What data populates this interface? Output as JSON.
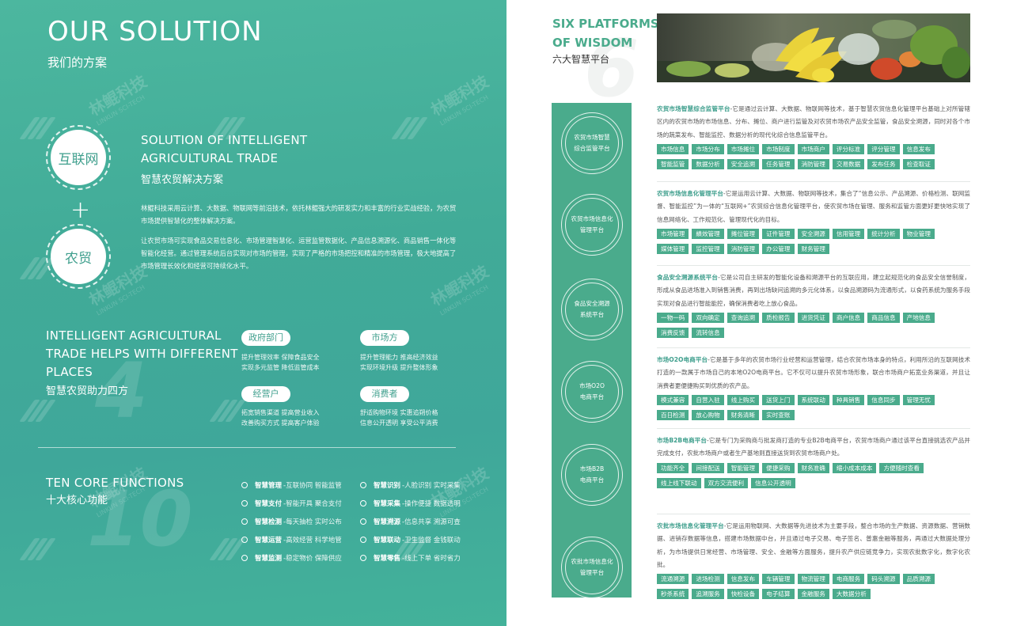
{
  "left": {
    "title": "OUR SOLUTION",
    "subtitle": "我们的方案",
    "watermark": "林鲲科技",
    "watermark_sub": "LINKUN SCI-TECH",
    "circle1": "互联网",
    "circle2": "农贸",
    "plus": "+",
    "sol_title_l1": "SOLUTION OF INTELLIGENT",
    "sol_title_l2": "AGRICULTURAL TRADE",
    "sol_sub": "智慧农贸解决方案",
    "para1": "林鲲科技采用云计算、大数据、物联网等前沿技术，依托林鲲强大的研发实力和丰富的行业实战经验，为农贸市场提供智慧化的整体解决方案。",
    "para2": "让农贸市场可实现食品交易信息化、市场管理智慧化、运营监管数据化、产品信息溯源化、商品销售一体化等智能化经营。通过管理系统后台实现对市场的管理，实现了严格的市场把控和精准的市场管理，极大地提高了市场管理长效化和经营可持续化水平。",
    "help_l1": "INTELLIGENT AGRICULTURAL",
    "help_l2": "TRADE HELPS WITH DIFFERENT",
    "help_l3": "PLACES",
    "help_sub": "智慧农贸助力四方",
    "num4": "4",
    "party1": {
      "label": "政府部门",
      "l1": "提升管理效率 保障食品安全",
      "l2": "实现多元监管 降低监管成本"
    },
    "party2": {
      "label": "市场方",
      "l1": "提升管理能力 推高经济效益",
      "l2": "实现环境升级 提升整体形象"
    },
    "party3": {
      "label": "经营户",
      "l1": "拓宽销售渠道 提高营业收入",
      "l2": "改善购买方式 提高客户体验"
    },
    "party4": {
      "label": "消费者",
      "l1": "舒适购物环境 实惠追朔价格",
      "l2": "信息公开透明 享受公平消费"
    },
    "core_title": "TEN CORE FUNCTIONS",
    "core_sub": "十大核心功能",
    "num10": "10",
    "funcs": [
      {
        "name": "智慧管理",
        "desc": "-互联协同 智能监管"
      },
      {
        "name": "智慧识别",
        "desc": "-人脸识别 实时采集"
      },
      {
        "name": "智慧支付",
        "desc": "-智能开具 聚合支付"
      },
      {
        "name": "智慧采集",
        "desc": "-操作便捷 数据透明"
      },
      {
        "name": "智慧检测",
        "desc": "-每天抽检 实时公布"
      },
      {
        "name": "智慧溯源",
        "desc": "-信息共享 溯源可查"
      },
      {
        "name": "智慧运营",
        "desc": "-高效经营 科学地管"
      },
      {
        "name": "智慧联动",
        "desc": "-卫生监督 金钱联动"
      },
      {
        "name": "智慧监测",
        "desc": "-稳定物价 保障供应"
      },
      {
        "name": "智慧零售",
        "desc": "-线上下单 省时省力"
      }
    ]
  },
  "right": {
    "title_l1": "SIX PLATFORMS",
    "title_l2": "OF WISDOM",
    "subtitle": "六大智慧平台",
    "num6": "6",
    "platforms": [
      {
        "ring_l1": "农贸市场智慧",
        "ring_l2": "综合监管平台",
        "name": "农贸市场智慧综合监管平台",
        "desc": "-它是通过云计算、大数据、物联网等技术，基于智慧农贸信息化管理平台基础上对所管辖区内的农贸市场的市场信息、分布、摊位、商户进行监管及对农贸市场农产品安全监管，食品安全溯源，同时对各个市场的蔬菜发布、智能监控、数据分析的现代化综合信息监管平台。",
        "tags": [
          "市场信息",
          "市场分布",
          "市场摊位",
          "市场制度",
          "市场商户",
          "评分标准",
          "评分管理",
          "信息发布",
          "智能监管",
          "数据分析",
          "安全追溯",
          "任务管理",
          "消防管理",
          "交易数据",
          "发布任务",
          "检查取证"
        ]
      },
      {
        "ring_l1": "农贸市场信息化",
        "ring_l2": "管理平台",
        "name": "农贸市场信息化管理平台",
        "desc": "-它是运用云计算、大数据、物联网等技术，集合了“信息公示、产品溯源、价格检测、联网监督、智能监控”为一体的“互联网+”农贸综合信息化管理平台，使农贸市场在管理、服务和监管方面更好更快地实现了信息网络化、工作规范化、管理现代化的目标。",
        "tags": [
          "市场管理",
          "績效管理",
          "摊位管理",
          "证件管理",
          "安全溯源",
          "信用管理",
          "统计分析",
          "物业管理",
          "媒体管理",
          "监控管理",
          "消防管理",
          "办公管理",
          "财务管理"
        ]
      },
      {
        "ring_l1": "食品安全溯源",
        "ring_l2": "系统平台",
        "name": "食品安全溯源系统平台",
        "desc": "-它是公司自主研发的智能化设备和溯源平台的互联应用，建立起规范化的食品安全信誉制度，形成从食品进场准入到销售消费，再到出场缺问追溯的多元化体系，以食品溯源码为流通形式，以食药系统为服务手段实现对食品进行智能能控，确保消费者吃上放心食品。",
        "tags": [
          "一物一码",
          "双向确定",
          "查询追溯",
          "质检报告",
          "进货凭证",
          "商户信息",
          "商品信息",
          "产地信息",
          "消费反馈",
          "流转信息"
        ]
      },
      {
        "ring_l1": "市场O2O",
        "ring_l2": "电商平台",
        "name": "市场O2O电商平台",
        "desc": "-它是基于多年的农贸市场行业经营和运营管理，结合农贸市场本身的特点，利用所沿的互联网技术打造的一款属于市场自己的本地O2O电商平台。它不仅可以提升农贸市场形象，联合市场商户拓宽业务渠道，并且让消费者更便捷购买到优质的农产品。",
        "tags": [
          "模式兼容",
          "自营入驻",
          "线上购买",
          "送货上门",
          "系统联动",
          "种具销售",
          "信息同步",
          "管理无忧",
          "百日检测",
          "放心购物",
          "财务清晰",
          "实时查账"
        ]
      },
      {
        "ring_l1": "市场B2B",
        "ring_l2": "电商平台",
        "name": "市场B2B电商平台",
        "desc": "-它是专门为采购商与批发商打造的专业B2B电商平台，农贸市场商户通过该平台直接挑选农产品并完成支付，农批市场商户或者生产基地则直接送货到农贸市场商户处。",
        "tags": [
          "功能齐全",
          "间接配送",
          "智能管理",
          "便捷采购",
          "财务准确",
          "缩小成本成本",
          "方便随时查看",
          "线上线下联动",
          "双方交流便利",
          "信息公开透明"
        ]
      },
      {
        "ring_l1": "农批市场信息化",
        "ring_l2": "管理平台",
        "name": "农批市场信息化管理平台",
        "desc": "-它是运用物联网、大数据等先进技术为主要手段，整合市场的生产数据、资源数据、营销数据、进销存数据等信息，搭建市场数据中台，并且通过电子交易、电子签名、普惠金融等服务，再通过大数据处理分析，为市场提供日常经营、市场管理、安全、金融等方面服务，提升农产供应链竞争力，实现农批数字化，数字化农批。",
        "tags": [
          "流通溯源",
          "进场检测",
          "信息发布",
          "车辆管理",
          "物流管理",
          "电商服务",
          "码头溯源",
          "品质溯源",
          "秒杀系统",
          "追溯服务",
          "快检设备",
          "电子结算",
          "金融服务",
          "大数据分析"
        ]
      }
    ]
  }
}
